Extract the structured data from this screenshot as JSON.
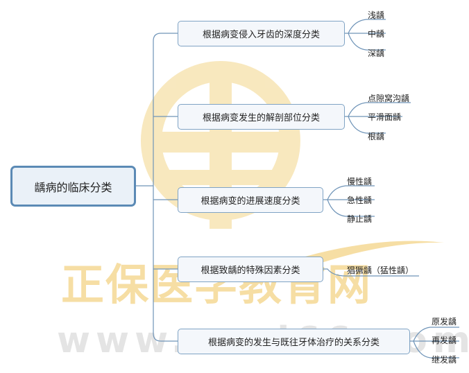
{
  "root": {
    "label": "龋病的临床分类"
  },
  "branches": [
    {
      "label": "根据病变侵入牙齿的深度分类",
      "leaves": [
        "浅龋",
        "中龋",
        "深龋"
      ]
    },
    {
      "label": "根据病变发生的解剖部位分类",
      "leaves": [
        "点隙窝沟龋",
        "平滑面龋",
        "根龋"
      ]
    },
    {
      "label": "根据病变的进展速度分类",
      "leaves": [
        "慢性龋",
        "急性龋",
        "静止龋"
      ]
    },
    {
      "label": "根据致龋的特殊因素分类",
      "leaves": [
        "猖獗龋（猛性龋）"
      ]
    },
    {
      "label": "根据病变的发生与既往牙体治疗的关系分类",
      "leaves": [
        "原发龋",
        "再发龋",
        "继发龋"
      ]
    }
  ],
  "watermark": {
    "brand_text": "正保医学教育网",
    "url_text": "www.med66.com",
    "colors": {
      "emblem": "#f3d68a",
      "brand_gold": "#f0c45a",
      "brand_gray": "#cfcfcf"
    }
  },
  "colors": {
    "line": "#6f94b8",
    "root_border": "#5b8ab5",
    "branch_border": "#7fa3c4"
  }
}
